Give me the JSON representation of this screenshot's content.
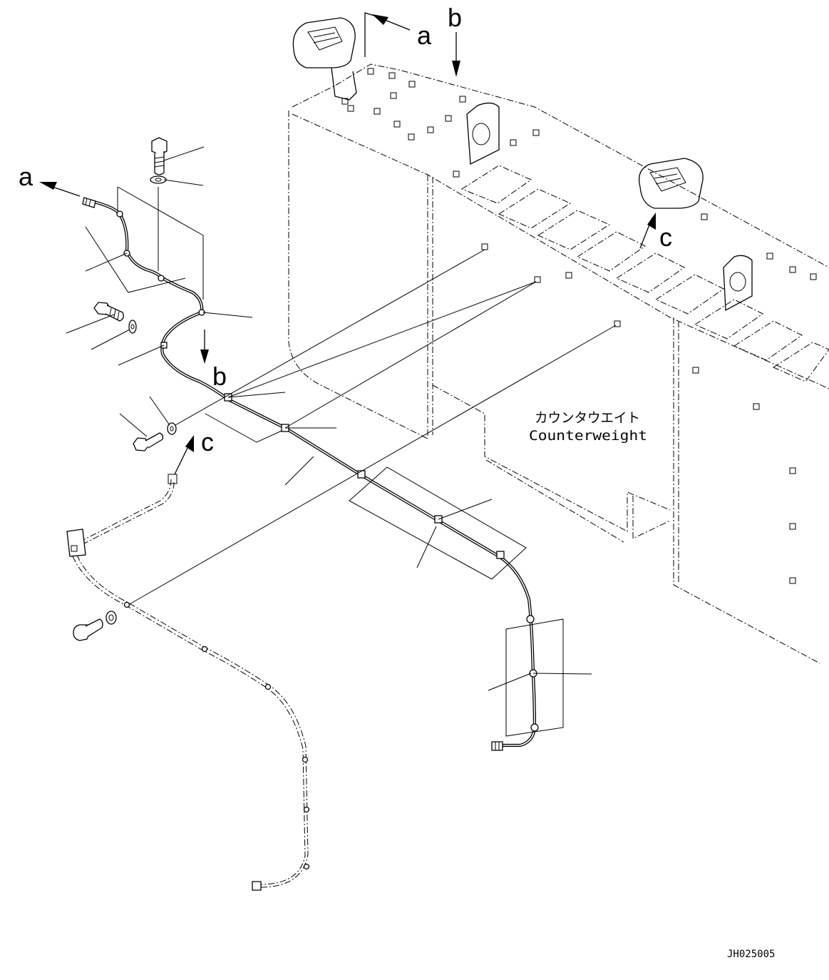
{
  "labels": {
    "a_top": "a",
    "b_top": "b",
    "c_right": "c",
    "a_left": "a",
    "b_mid": "b",
    "c_mid": "c"
  },
  "counterweight": {
    "japanese": "カウンタウエイト",
    "english": "Counterweight"
  },
  "drawing_code": "JH025005"
}
